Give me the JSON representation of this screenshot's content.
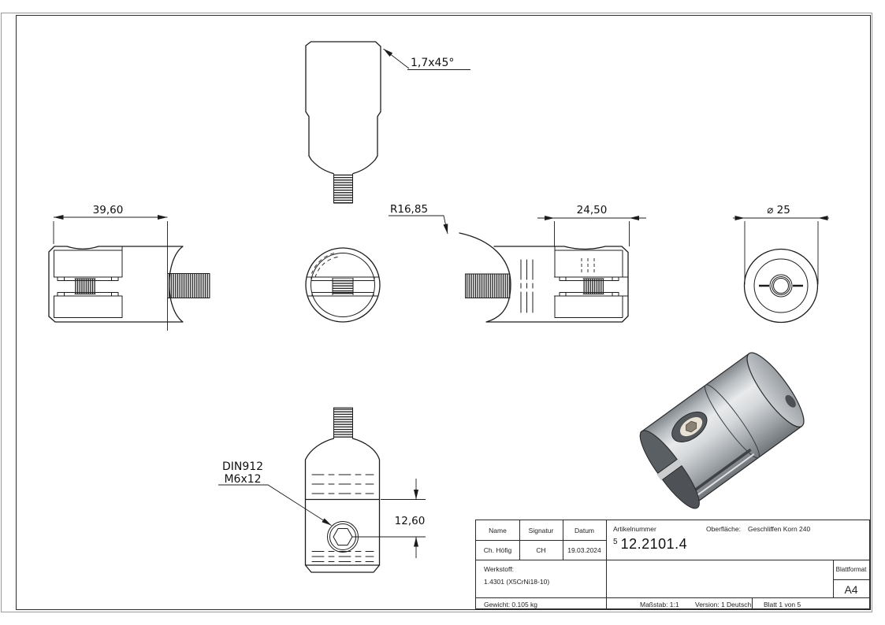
{
  "annotations": {
    "chamfer": "1,7x45°",
    "overall_width": "39,60",
    "saddle_radius": "R16,85",
    "jaw_depth": "24,50",
    "diameter": "⌀ 25",
    "screw_standard": "DIN912",
    "screw_size": "M6x12",
    "screw_offset": "12,60"
  },
  "title_block": {
    "name_label": "Name",
    "signature_label": "Signatur",
    "date_label": "Datum",
    "name": "Ch. Höfig",
    "signature": "CH",
    "date": "19.03.2024",
    "article_label": "Artikelnummer",
    "article_prefix": "5",
    "article_number": "12.2101.4",
    "surface_label": "Oberfläche:",
    "surface_value": "Geschliffen Korn 240",
    "material_label": "Werkstoff:",
    "material_value": "1.4301 (X5CrNi18-10)",
    "sheet_format_label": "Blattformat",
    "sheet_format_value": "A4",
    "weight": "Gewicht: 0.105 kg",
    "scale": "Maßstab: 1:1",
    "version": "Version: 1",
    "language": "Deutsch",
    "sheet_number": "Blatt 1 von 5"
  }
}
